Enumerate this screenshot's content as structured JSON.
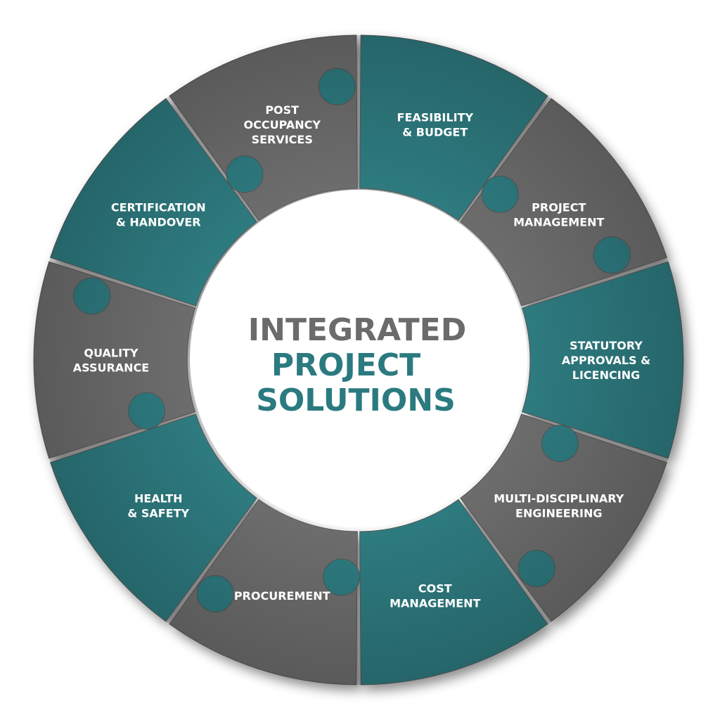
{
  "title": {
    "line1": "INTEGRATED",
    "line2": "PROJECT",
    "line3": "SOLUTIONS",
    "color_gray": "#6b6b6b",
    "color_teal": "#2b7a80"
  },
  "colors": {
    "teal": "#2e7b81",
    "gray": "#6e6e6e"
  },
  "segments": [
    {
      "lines": [
        "POST",
        "OCCUPANCY",
        "SERVICES"
      ],
      "tone": "gray"
    },
    {
      "lines": [
        "FEASIBILITY",
        "& BUDGET"
      ],
      "tone": "teal"
    },
    {
      "lines": [
        "PROJECT",
        "MANAGEMENT"
      ],
      "tone": "gray"
    },
    {
      "lines": [
        "STATUTORY",
        "APPROVALS &",
        "LICENCING"
      ],
      "tone": "teal"
    },
    {
      "lines": [
        "MULTI-DISCIPLINARY",
        "ENGINEERING"
      ],
      "tone": "gray"
    },
    {
      "lines": [
        "COST",
        "MANAGEMENT"
      ],
      "tone": "teal"
    },
    {
      "lines": [
        "PROCUREMENT"
      ],
      "tone": "gray"
    },
    {
      "lines": [
        "HEALTH",
        "& SAFETY"
      ],
      "tone": "teal"
    },
    {
      "lines": [
        "QUALITY",
        "ASSURANCE"
      ],
      "tone": "gray"
    },
    {
      "lines": [
        "CERTIFICATION",
        "& HANDOVER"
      ],
      "tone": "teal"
    }
  ]
}
